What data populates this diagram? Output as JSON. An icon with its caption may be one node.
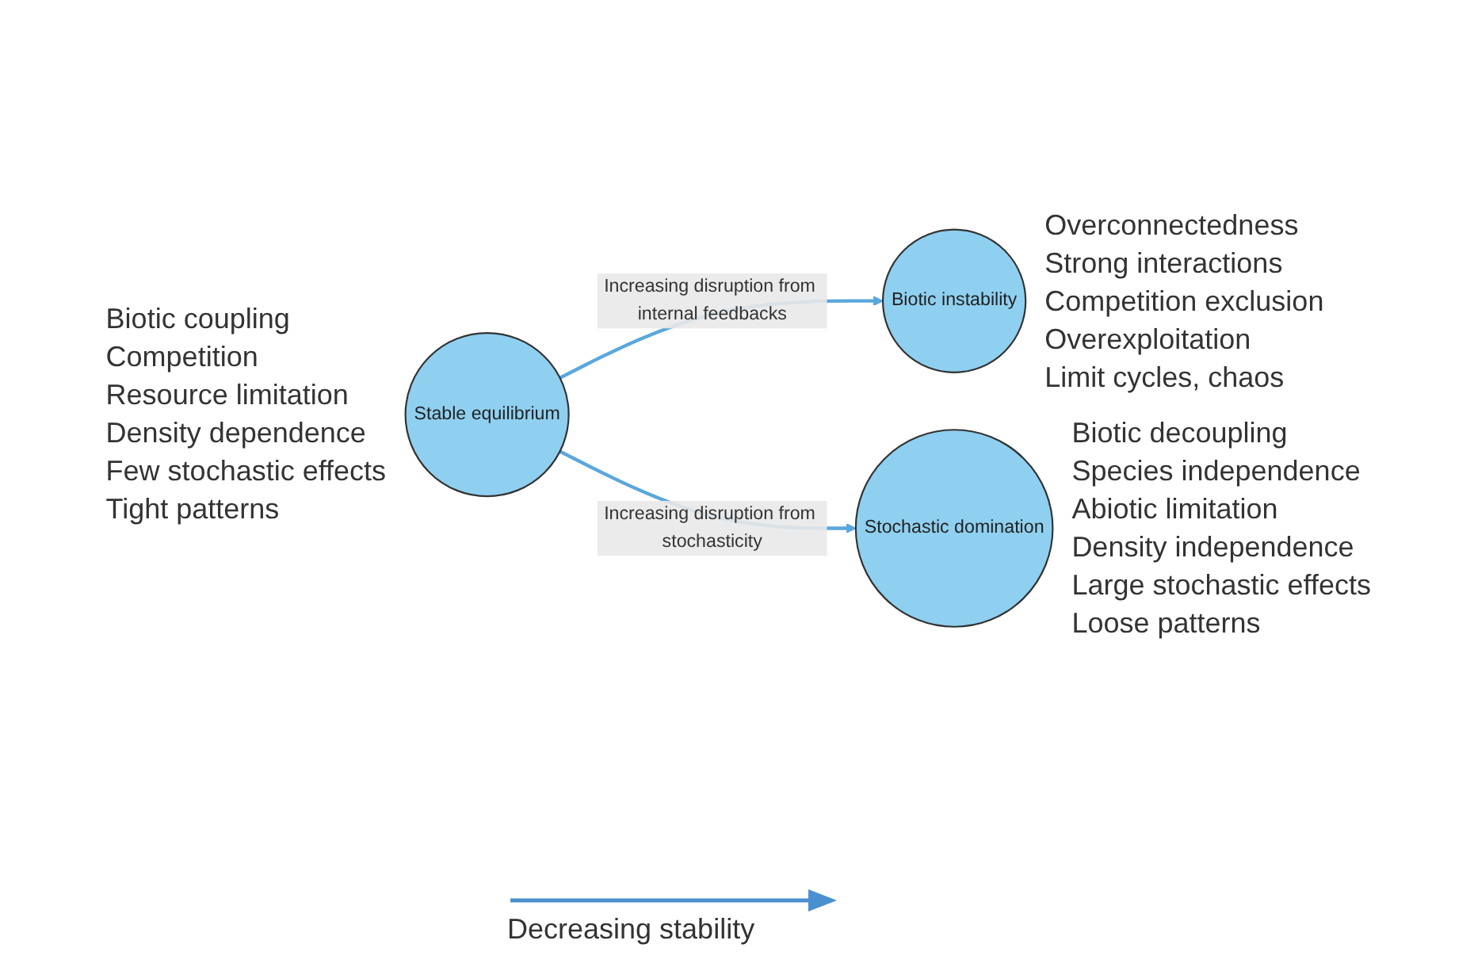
{
  "diagram": {
    "nodes": [
      {
        "text": [
          "Stable equilibrium"
        ],
        "beside": [
          "Biotic coupling",
          "Competition",
          "Resource limitation",
          "Density dependence",
          "Few stochastic effects",
          "Tight patterns"
        ]
      },
      {
        "text": [
          "Biotic instability"
        ],
        "beside": [
          "Overconnectedness",
          "Strong interactions",
          "Competition exclusion",
          "Overexploitation",
          "Limit cycles, chaos"
        ]
      },
      {
        "text": [
          "Stochastic domination"
        ],
        "beside": [
          "Biotic decoupling",
          "Species independence",
          "Abiotic limitation",
          "Density independence",
          "Large stochastic effects",
          "Loose patterns"
        ]
      }
    ],
    "edges": [
      {
        "from": 0,
        "to": 1,
        "arrow": "to",
        "label": "Increasing disruption from internal feedbacks"
      },
      {
        "from": 0,
        "to": 2,
        "arrow": "to",
        "label": "Increasing disruption from stochasticity"
      }
    ],
    "labels": [
      "Decreasing stability"
    ]
  }
}
